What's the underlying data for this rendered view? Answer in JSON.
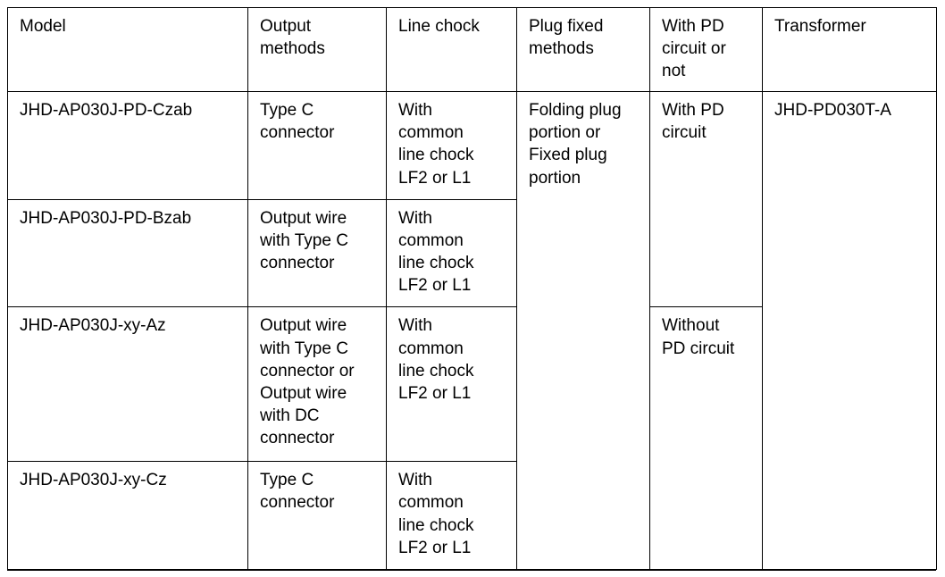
{
  "table": {
    "columns": [
      {
        "key": "model",
        "header": "Model"
      },
      {
        "key": "output_methods",
        "header": "Output\nmethods"
      },
      {
        "key": "line_chock",
        "header": "Line chock"
      },
      {
        "key": "plug_fixed_methods",
        "header": "Plug fixed\nmethods"
      },
      {
        "key": "pd_circuit",
        "header": "With PD\ncircuit or\nnot"
      },
      {
        "key": "transformer",
        "header": "Transformer"
      }
    ],
    "rows": [
      {
        "model": "JHD-AP030J-PD-Czab",
        "output_methods": "Type C\nconnector",
        "line_chock": "With\ncommon\nline chock\nLF2 or L1",
        "plug_fixed_methods": "Folding plug\nportion or\nFixed plug\nportion",
        "pd_circuit": "With PD\ncircuit",
        "transformer": "JHD-PD030T-A"
      },
      {
        "model": "JHD-AP030J-PD-Bzab",
        "output_methods": "Output wire\nwith Type C\nconnector",
        "line_chock": "With\ncommon\nline chock\nLF2 or L1"
      },
      {
        "model": "JHD-AP030J-xy-Az",
        "output_methods": "Output wire\nwith Type C\nconnector or\nOutput wire\nwith DC\nconnector",
        "line_chock": "With\ncommon\nline chock\nLF2 or L1",
        "pd_circuit": "Without\nPD circuit"
      },
      {
        "model": "JHD-AP030J-xy-Cz",
        "output_methods": "Type C\nconnector",
        "line_chock": "With\ncommon\nline chock\nLF2 or L1"
      }
    ]
  },
  "colors": {
    "border": "#000000",
    "text": "#000000",
    "background": "#ffffff"
  }
}
